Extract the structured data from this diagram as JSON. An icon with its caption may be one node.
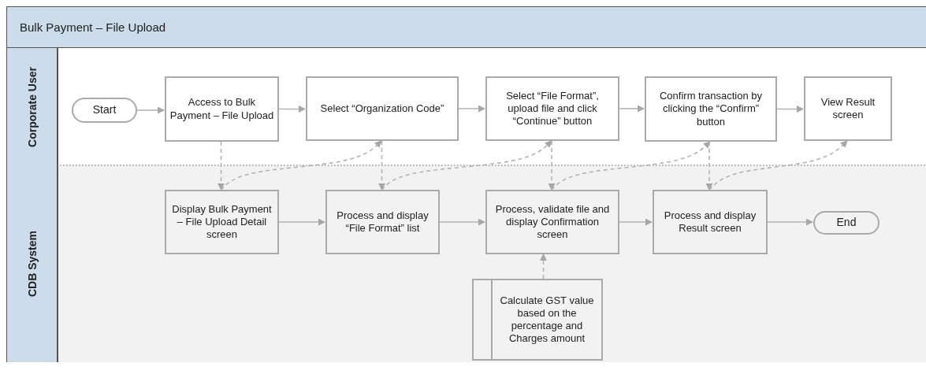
{
  "diagram": {
    "title": "Bulk Payment – File Upload",
    "nodes": [
      {
        "text": [
          "Corporate User"
        ]
      },
      {
        "text": [
          "CDB System"
        ]
      },
      {
        "text": [
          "Start"
        ],
        "in": 0
      },
      {
        "text": [
          "Access to Bulk Payment – File Upload"
        ],
        "in": 0
      },
      {
        "text": [
          "Select “Organization Code”"
        ],
        "in": 0
      },
      {
        "text": [
          "Select “File Format”, upload file and click “Continue” button"
        ],
        "in": 0
      },
      {
        "text": [
          "Confirm transaction by clicking the “Confirm” button"
        ],
        "in": 0
      },
      {
        "text": [
          "View Result screen"
        ],
        "in": 0
      },
      {
        "text": [
          "Display Bulk Payment – File Upload Detail screen"
        ],
        "in": 1
      },
      {
        "text": [
          "Process and display “File Format” list"
        ],
        "in": 1
      },
      {
        "text": [
          "Process, validate file and display Confirmation screen"
        ],
        "in": 1
      },
      {
        "text": [
          "Process and display Result screen"
        ],
        "in": 1
      },
      {
        "text": [
          "End"
        ],
        "in": 1
      },
      {
        "text": [
          "Calculate GST value based on the percentage and Charges amount"
        ],
        "in": 1
      }
    ],
    "edges": [
      {
        "from": 2,
        "to": 3,
        "arrow": "to"
      },
      {
        "from": 3,
        "to": 4,
        "arrow": "to"
      },
      {
        "from": 4,
        "to": 5,
        "arrow": "to"
      },
      {
        "from": 5,
        "to": 6,
        "arrow": "to"
      },
      {
        "from": 6,
        "to": 7,
        "arrow": "to"
      },
      {
        "from": 3,
        "to": 8,
        "arrow": "to",
        "style": "dashed"
      },
      {
        "from": 8,
        "to": 4,
        "arrow": "to",
        "style": "dashed"
      },
      {
        "from": 4,
        "to": 9,
        "arrow": "to",
        "style": "dashed"
      },
      {
        "from": 9,
        "to": 5,
        "arrow": "to",
        "style": "dashed"
      },
      {
        "from": 5,
        "to": 10,
        "arrow": "to",
        "style": "dashed"
      },
      {
        "from": 10,
        "to": 6,
        "arrow": "to",
        "style": "dashed"
      },
      {
        "from": 6,
        "to": 11,
        "arrow": "to",
        "style": "dashed"
      },
      {
        "from": 11,
        "to": 7,
        "arrow": "to",
        "style": "dashed"
      },
      {
        "from": 8,
        "to": 9,
        "arrow": "to"
      },
      {
        "from": 9,
        "to": 10,
        "arrow": "to"
      },
      {
        "from": 10,
        "to": 11,
        "arrow": "to"
      },
      {
        "from": 11,
        "to": 12,
        "arrow": "to"
      },
      {
        "from": 13,
        "to": 10,
        "arrow": "to",
        "style": "dashed"
      }
    ]
  }
}
